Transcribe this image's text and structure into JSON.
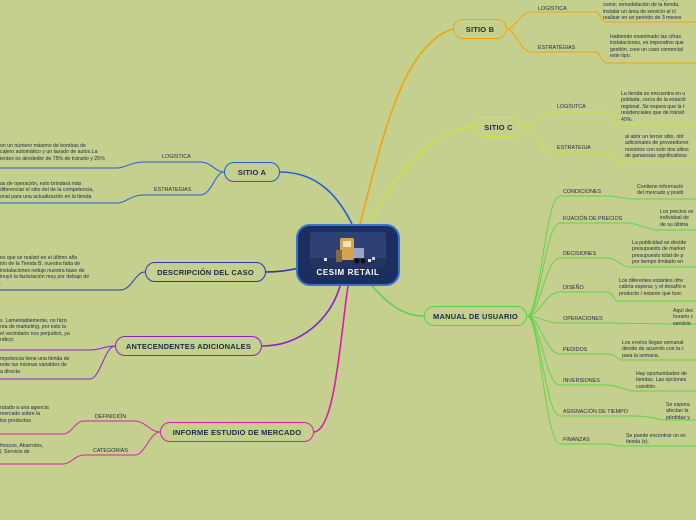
{
  "central": {
    "title": "CESIM RETAIL"
  },
  "sitio_b": {
    "title": "SITIO B",
    "logistica": {
      "label": "LOGÍSTICA",
      "text": "está un poco deteriorado y proba|como; remodelación de la tienda,|instalar un área de servicio al cl|realizar en un periodo de 3 meses"
    },
    "estrategias": {
      "label": "ESTRATÉGIAS",
      "text": "Habiendo examinado las cifras|instalaciones, es imperativo que|gestión, cree un caso comercial|este tipo."
    }
  },
  "sitio_c": {
    "title": "SITIO C",
    "logistica": {
      "label": "LOGÍSITCA",
      "text": "La tienda se encuentra en u|poblada, cerca de la estació|regional. Se espera que la t|residenciales que de tránsit|40%."
    },
    "estrategia": {
      "label": "ESTRATEGIA",
      "text": "al abrir un tercer sitio, obt|adicionales de proveedores|nosotros con solo dos sitios|de ganancias significativos"
    }
  },
  "sitio_a": {
    "title": "SITIO A",
    "logistica": {
      "label": "LOGÍSTICA",
      "text": "on un número máximo de bombas de|cajero automático y un lavado de autos.La|ientes es alrededor de 75% de tránsito y 25%"
    },
    "estrategias": {
      "label": "ESTRATEGIAS",
      "text": "as de operación, esto brindará más|diferenciar el sitio del de la competencia,|onal para una actualización en la tienda"
    }
  },
  "descripcion": {
    "title": "DESCRIPCIÓN DEL CASO",
    "text": "es que se realizó en el último año|ión de la Tienda B. nuestra falta de|instalaciones redujo nuestra base de|inuyó la facturación muy por debajo de|."
  },
  "antecedentes": {
    "title": "ANTECENDENTES ADICIONALES",
    "text1": "s. Lamentablemente, no hizo|rea de marketing, por esto la|el vecindario nos perjudicó, ya|ráfico;",
    "text2": "mpetencia tiene una tienda de|ente las mismas variables de|a directa"
  },
  "informe": {
    "title": "INFORME ESTUDIO DE MERCADO",
    "definicion": {
      "label": "DEFINICIÓN",
      "text": "ratado a una agencia|mercado sobre la|los productos"
    },
    "categorias": {
      "label": "CATEGORÍAS",
      "text": "frescos, Abarrotes,|l, Servicio de"
    }
  },
  "manual": {
    "title": "MANUAL DE USUARIO",
    "items": [
      {
        "label": "CONDICIONES",
        "text": "Contiene informació|del mercado y posib"
      },
      {
        "label": "FIJACIÓN DE PRECIOS",
        "text": "Los precios se|individual de|de su última"
      },
      {
        "label": "DECISIONES",
        "text": "La publicidad se decide|presupuesto de market|presupuesto total de p|por tiempo limitado en"
      },
      {
        "label": "DISEÑO",
        "text": "Los diferentes estantes ofre|cabría esperar, y el desafío e|producto / estante que func"
      },
      {
        "label": "OPERACIONES",
        "text": "Aquí dec|horario c|servicio"
      },
      {
        "label": "PEDIDOS",
        "text": "Los envíos llegan semanal|decide de acuerdo con la c|para la semana."
      },
      {
        "label": "INVERSIONES",
        "text": "Hay oportunidades de|tiendas. Las opciones|cuestión."
      },
      {
        "label": "ASIGNACIÓN DE TIEMPO",
        "text": "Se espera|afectan la|pérdidas y"
      },
      {
        "label": "FINANZAS",
        "text": "Se puede encontrar un es|tienda (s)."
      }
    ]
  },
  "colors": {
    "sitio_b": "#f0a30a",
    "sitio_c": "#c8e640",
    "sitio_a": "#1f5fd8",
    "descripcion": "#2a36b0",
    "antecedentes": "#8a22c8",
    "informe": "#d81cb0",
    "manual": "#5ad24a",
    "central_bg": "#1b2f5e"
  }
}
